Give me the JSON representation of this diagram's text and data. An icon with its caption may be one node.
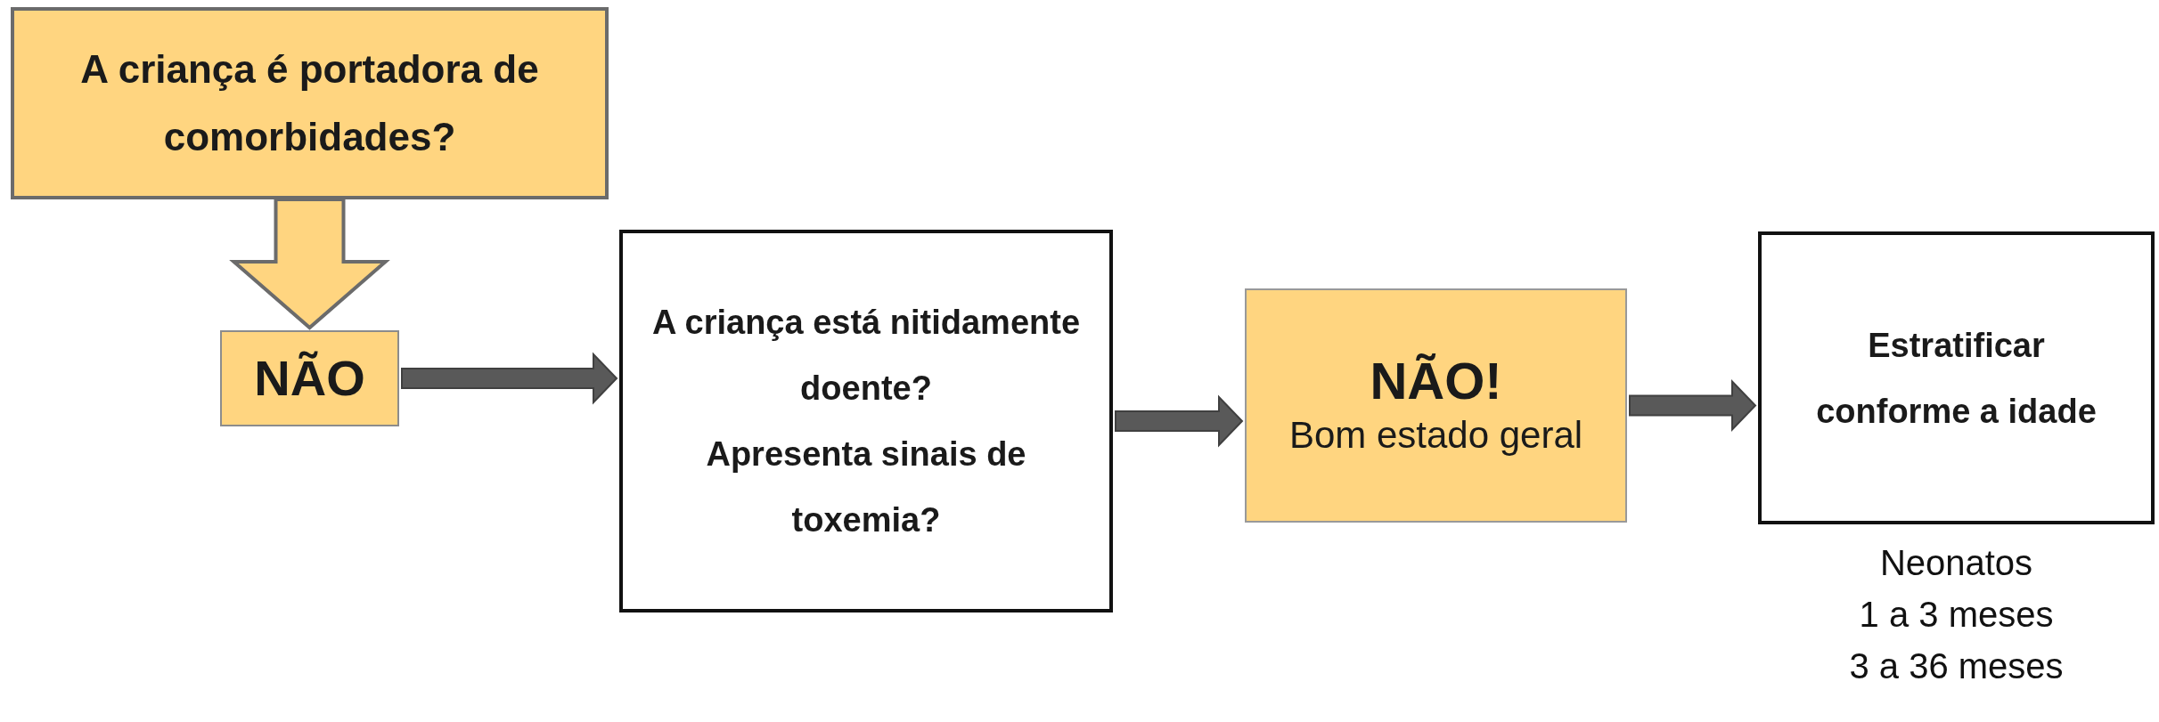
{
  "diagram": {
    "nodes": [
      {
        "text": [
          "A criança é portadora de comorbidades?"
        ]
      },
      {
        "text": [
          "NÃO"
        ]
      },
      {
        "text": [
          "A criança está nitidamente doente?",
          "Apresenta sinais de toxemia?"
        ]
      },
      {
        "text": [
          "NÃO!",
          "Bom estado geral"
        ]
      },
      {
        "text": [
          "Estratificar conforme a idade"
        ],
        "beside": [
          "Neonatos",
          "1 a 3 meses",
          "3 a 36 meses"
        ]
      }
    ],
    "edges": [
      {
        "from": 0,
        "to": 1,
        "arrow": "to",
        "style": "thick",
        "color": "#ffd580"
      },
      {
        "from": 1,
        "to": 2,
        "arrow": "to"
      },
      {
        "from": 2,
        "to": 3,
        "arrow": "to"
      },
      {
        "from": 3,
        "to": 4,
        "arrow": "to"
      }
    ]
  }
}
